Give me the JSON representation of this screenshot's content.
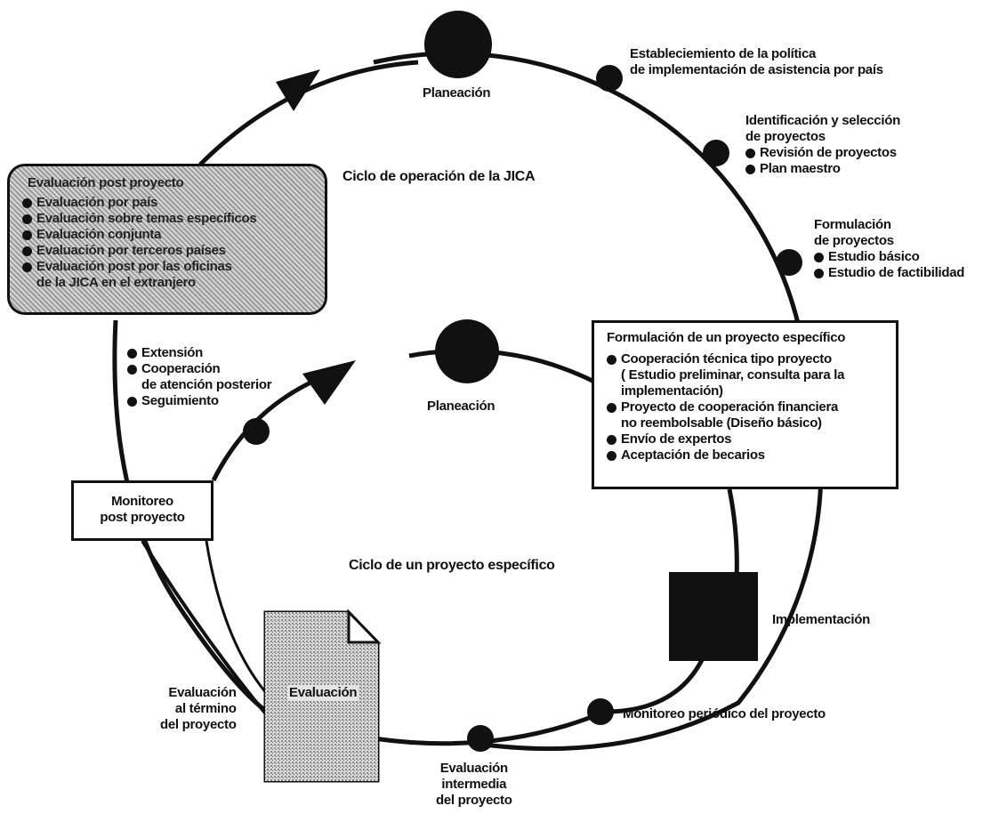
{
  "cycle_titles": {
    "jica": "Ciclo de operación de la JICA",
    "project": "Ciclo de un proyecto específico"
  },
  "outer_cycle": {
    "planning": "Planeación",
    "policy": {
      "line1": "Estableciemiento de la política",
      "line2": "de implementación de asistencia por país"
    },
    "identification": {
      "line1": "Identificación y selección",
      "line2": "de proyectos",
      "items": [
        "Revisión de proyectos",
        "Plan maestro"
      ]
    },
    "formulation": {
      "line1": "Formulación",
      "line2": "de proyectos",
      "items": [
        "Estudio básico",
        "Estudio de factibilidad"
      ]
    }
  },
  "post_evaluation_box": {
    "title": "Evaluación post proyecto",
    "items": [
      "Evaluación por país",
      "Evaluación sobre temas específicos",
      "Evaluación conjunta",
      "Evaluación por terceros países",
      "Evaluación post por las oficinas"
    ],
    "last_line": "de la JICA en el extranjero"
  },
  "followup": {
    "items": [
      "Extensión",
      "Cooperación",
      "Seguimiento"
    ],
    "cooperation_line2": "de atención posterior"
  },
  "inner_cycle": {
    "planning": "Planeación",
    "specific_box": {
      "title": "Formulación de un proyecto específico",
      "item1": {
        "line1": "Cooperación técnica tipo proyecto",
        "line2": "( Estudio preliminar, consulta para la",
        "line3": "implementación)"
      },
      "item2": {
        "line1": "Proyecto de cooperación financiera",
        "line2": "no reembolsable (Diseño básico)"
      },
      "item3": "Envío de expertos",
      "item4": "Aceptación de becarios"
    },
    "implementation": "Implementación",
    "periodic_monitoring": "Monitoreo periódico del proyecto",
    "midterm": {
      "line1": "Evaluación",
      "line2": "intermedia",
      "line3": "del proyecto"
    },
    "end_evaluation": {
      "line1": "Evaluación",
      "line2": "al término",
      "line3": "del proyecto"
    },
    "document_label": "Evaluación",
    "monitor_box": {
      "line1": "Monitoreo",
      "line2": "post proyecto"
    }
  },
  "colors": {
    "ink": "#111111",
    "paper": "#ffffff",
    "texture": "#a8a8a8"
  }
}
